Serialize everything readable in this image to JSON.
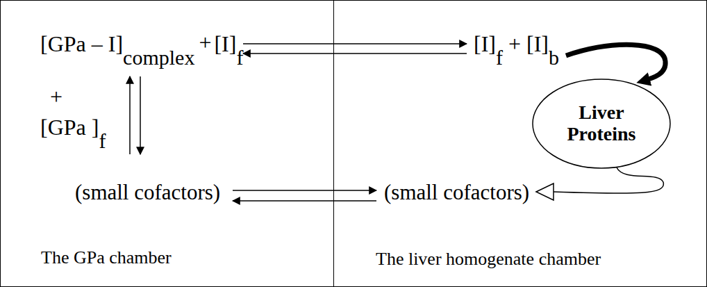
{
  "diagram": {
    "nodes": [
      {
        "text": [
          "The GPa chamber"
        ]
      },
      {
        "text": [
          "The liver homogenate chamber"
        ]
      },
      {
        "text": [
          "Liver Proteins"
        ],
        "in": 1
      }
    ],
    "labels": [
      "[GPa – I]",
      "complex",
      "+",
      "[I]",
      "f",
      "[I]",
      "f",
      "+ [I]",
      "b",
      "+",
      "[GPa ]",
      "f",
      "(small cofactors)",
      "(small cofactors)"
    ]
  }
}
